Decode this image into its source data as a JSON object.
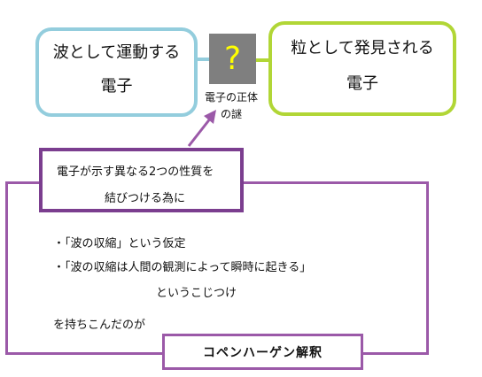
{
  "wave_box": {
    "line1": "波として運動する",
    "line2": "電子"
  },
  "particle_box": {
    "line1": "粒として発見される",
    "line2": "電子"
  },
  "mystery": {
    "mark": "?",
    "label_line1": "電子の正体",
    "label_line2": "の謎"
  },
  "purpose": {
    "line1": "電子が示す異なる2つの性質を",
    "line2": "結びつける為に"
  },
  "points": [
    "・「波の収縮」という仮定",
    "・「波の収縮は人間の観測によって瞬時に起きる」"
  ],
  "point2_continuation": "というこじつけ",
  "tail": "を持ちこんだのが",
  "conclusion": "コペンハーゲン解釈",
  "colors": {
    "wave_border": "#93CDDD",
    "particle_border": "#B1D636",
    "mystery_fill": "#7F7F7F",
    "mystery_mark": "#FFFF00",
    "purple": "#9B59A8"
  }
}
